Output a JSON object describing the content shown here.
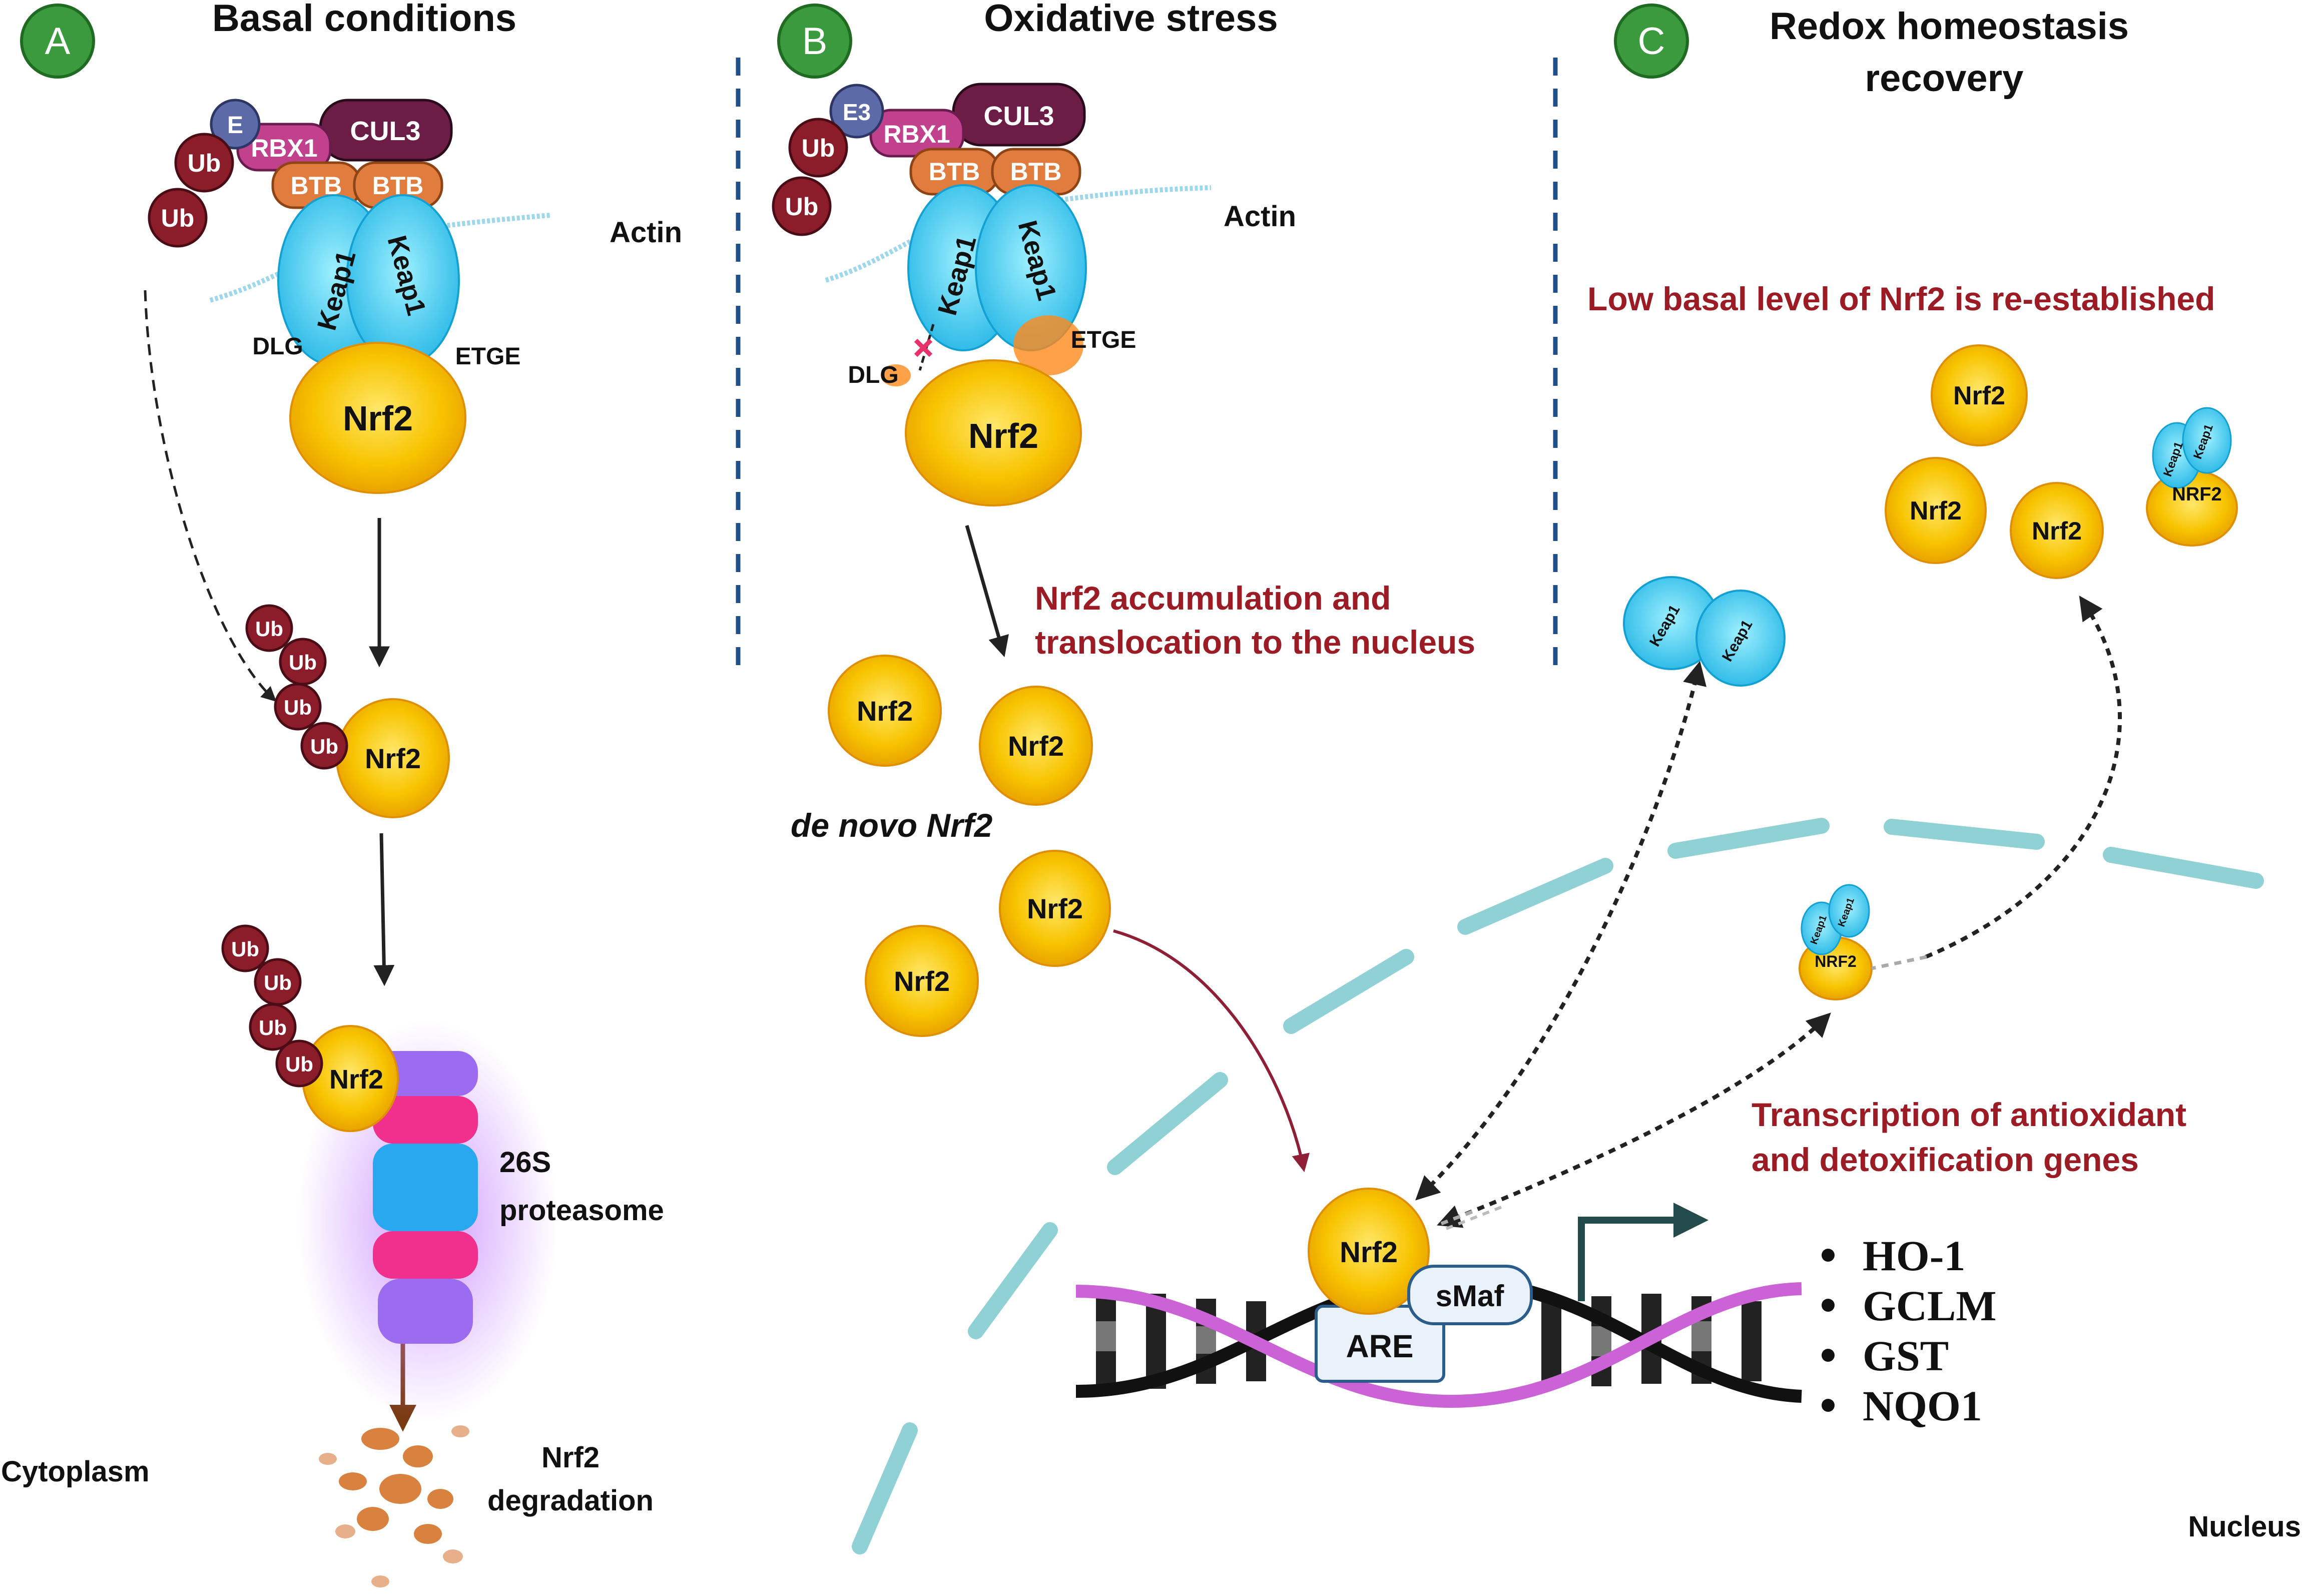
{
  "panels": {
    "a": {
      "letter": "A",
      "title": "Basal conditions"
    },
    "b": {
      "letter": "B",
      "title": "Oxidative stress"
    },
    "c": {
      "letter": "C",
      "title_line1": "Redox homeostasis",
      "title_line2": "recovery"
    }
  },
  "complex_a": {
    "e": "E",
    "rbx1": "RBX1",
    "cul3": "CUL3",
    "btb": "BTB",
    "keap1": "Keap1",
    "ub": "Ub",
    "actin": "Actin",
    "dlg": "DLG",
    "etge": "ETGE",
    "nrf2": "Nrf2"
  },
  "complex_b": {
    "e3": "E3",
    "rbx1": "RBX1",
    "cul3": "CUL3",
    "btb": "BTB",
    "keap1": "Keap1",
    "ub": "Ub",
    "actin": "Actin",
    "dlg": "DLG",
    "etge": "ETGE",
    "nrf2": "Nrf2"
  },
  "degradation": {
    "ub": "Ub",
    "nrf2": "Nrf2",
    "proteasome_line1": "26S",
    "proteasome_line2": "proteasome",
    "degradation_line1": "Nrf2",
    "degradation_line2": "degradation"
  },
  "oxidative": {
    "accumulation_line1": "Nrf2 accumulation and",
    "accumulation_line2": "translocation to the nucleus",
    "de_novo": "de novo Nrf2",
    "nrf2": "Nrf2"
  },
  "recovery": {
    "reestablished": "Low basal level of Nrf2 is re-established",
    "nrf2": "Nrf2",
    "NRF2": "NRF2",
    "keap1": "Keap1",
    "transcription_line1": "Transcription of antioxidant",
    "transcription_line2": "and detoxification genes"
  },
  "nucleus_dna": {
    "nrf2": "Nrf2",
    "smaf": "sMaf",
    "are": "ARE"
  },
  "genes": [
    "HO-1",
    "GCLM",
    "GST",
    "NQO1"
  ],
  "compartments": {
    "cytoplasm": "Cytoplasm",
    "nucleus": "Nucleus"
  },
  "colors": {
    "panel_badge": "#3a9a3d",
    "nrf2": "#f5b400",
    "keap1": "#3ec9ee",
    "ub": "#8b1c2a",
    "cul3": "#6b1d45",
    "rbx1": "#c1418d",
    "btb": "#e07c3e",
    "accent_red": "#9b1c24",
    "nuclear_envelope": "#8fd1d4",
    "proteasome_pink": "#f0308c",
    "proteasome_blue": "#29a8f0",
    "proteasome_purple": "#9c6cf0"
  }
}
